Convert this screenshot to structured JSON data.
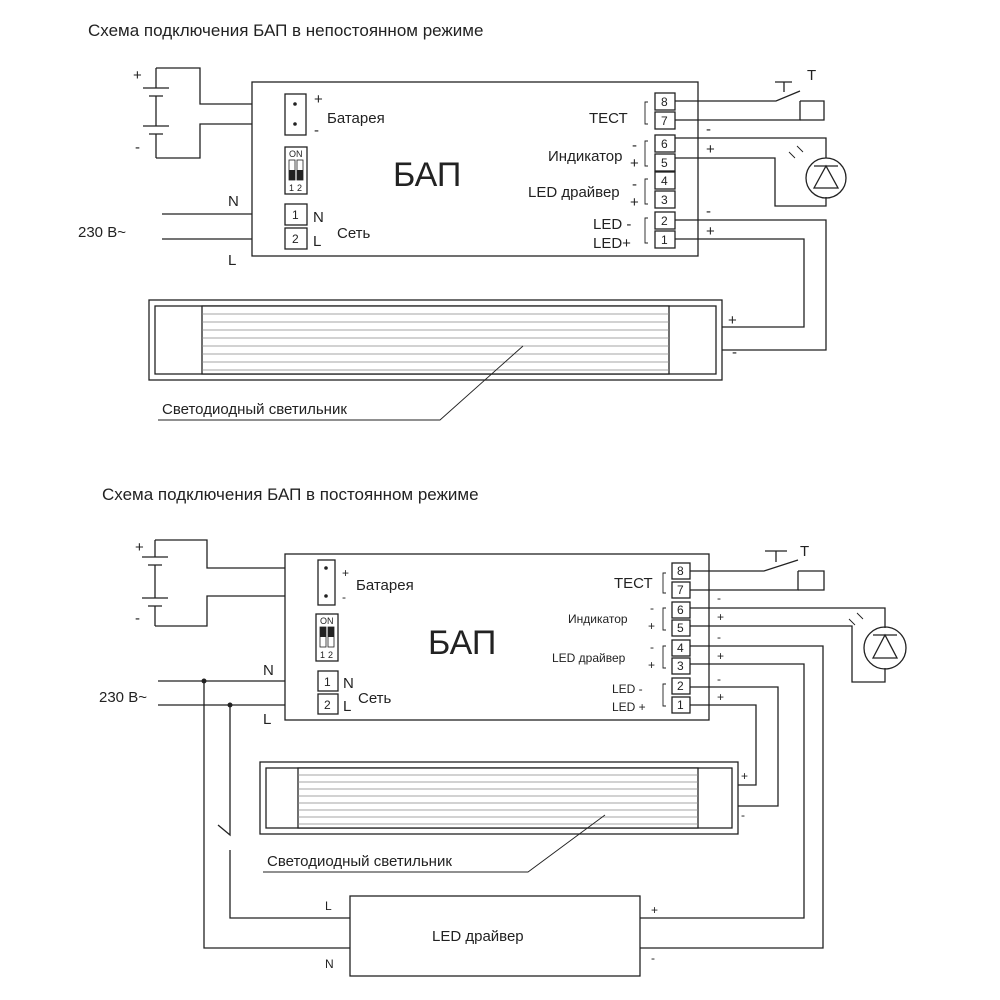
{
  "d1": {
    "title": "Схема подключения БАП в непостоянном режиме",
    "bap": "БАП",
    "battery": "Батарея",
    "battery_plus": "+",
    "battery_minus": "-",
    "src_plus": "+",
    "src_minus": "-",
    "mains_voltage": "230 В~",
    "wire_n": "N",
    "wire_l": "L",
    "mains": "Сеть",
    "mains_n": "N",
    "mains_l": "L",
    "test": "ТЕСТ",
    "indicator": "Индикатор",
    "led_driver": "LED драйвер",
    "led_minus": "LED -",
    "led_plus": "LED+",
    "switch_t": "T",
    "luminaire": "Светодиодный светильник",
    "terminals": [
      "8",
      "7",
      "6",
      "5",
      "4",
      "3",
      "2",
      "1"
    ],
    "mains_terminals": [
      "1",
      "2"
    ],
    "dip_on": "ON",
    "dip_nums": [
      "1",
      "2"
    ],
    "signs": {
      "ind_minus": "-",
      "ind_plus": "+",
      "drv_minus": "-",
      "drv_plus": "+",
      "t6": "-",
      "t5": "+",
      "t2": "-",
      "t1": "+",
      "lum_plus": "+",
      "lum_minus": "-"
    }
  },
  "d2": {
    "title": "Схема подключения БАП в постоянном режиме",
    "bap": "БАП",
    "battery": "Батарея",
    "battery_plus": "+",
    "battery_minus": "-",
    "src_plus": "+",
    "src_minus": "-",
    "mains_voltage": "230 В~",
    "wire_n": "N",
    "wire_l": "L",
    "mains": "Сеть",
    "mains_n": "N",
    "mains_l": "L",
    "test": "ТЕСТ",
    "indicator": "Индикатор",
    "led_driver": "LED драйвер",
    "led_minus": "LED -",
    "led_plus": "LED +",
    "switch_t": "T",
    "luminaire": "Светодиодный светильник",
    "driver_box": "LED драйвер",
    "drv_l": "L",
    "drv_n": "N",
    "drv_plus": "+",
    "drv_minus": "-",
    "terminals": [
      "8",
      "7",
      "6",
      "5",
      "4",
      "3",
      "2",
      "1"
    ],
    "mains_terminals": [
      "1",
      "2"
    ],
    "dip_on": "ON",
    "dip_nums": [
      "1",
      "2"
    ],
    "signs": {
      "ind_minus": "-",
      "ind_plus": "+",
      "drv_minus": "-",
      "drv_plus": "+",
      "t6": "-",
      "t5": "+",
      "t4": "-",
      "t3": "+",
      "t2": "-",
      "t1": "+",
      "lum_plus": "+",
      "lum_minus": "-"
    }
  }
}
